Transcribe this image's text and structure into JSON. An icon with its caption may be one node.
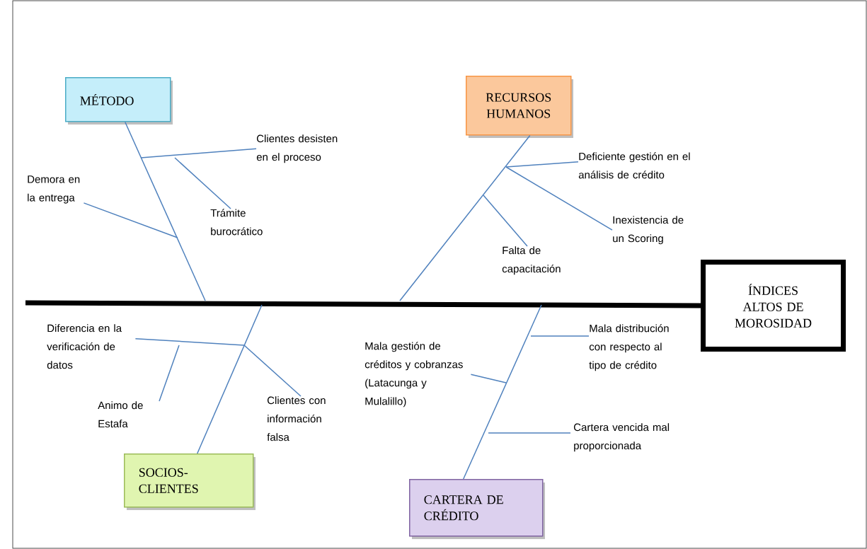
{
  "diagram": {
    "nodes": [
      {
        "text": [
          "MÉTODO"
        ]
      },
      {
        "text": [
          "RECURSOS HUMANOS"
        ]
      },
      {
        "text": [
          "SOCIOS-CLIENTES"
        ]
      },
      {
        "text": [
          "CARTERA DE CRÉDITO"
        ]
      },
      {
        "text": [
          "ÍNDICES ALTOS DE MOROSIDAD"
        ]
      },
      {
        "text": [
          "Clientes desisten en el proceso"
        ]
      },
      {
        "text": [
          "Demora en la entrega"
        ]
      },
      {
        "text": [
          "Trámite burocrático"
        ]
      },
      {
        "text": [
          "Deficiente gestión en el análisis de crédito"
        ]
      },
      {
        "text": [
          "Inexistencia de un Scoring"
        ]
      },
      {
        "text": [
          "Falta de capacitación"
        ]
      },
      {
        "text": [
          "Diferencia en la verificación de datos"
        ]
      },
      {
        "text": [
          "Animo de Estafa"
        ]
      },
      {
        "text": [
          "Clientes con información falsa"
        ]
      },
      {
        "text": [
          "Mala gestión de créditos y cobranzas (Latacunga y Mulalillo)"
        ]
      },
      {
        "text": [
          "Mala distribución con respecto al tipo de crédito"
        ]
      },
      {
        "text": [
          "Cartera vencida mal proporcionada"
        ]
      }
    ],
    "edges": [
      {
        "from": null,
        "to": 4,
        "arrow": "none",
        "style": "thick",
        "color": "#000000"
      },
      {
        "from": 0,
        "to": null,
        "arrow": "none"
      },
      {
        "from": 1,
        "to": null,
        "arrow": "none"
      },
      {
        "from": 2,
        "to": null,
        "arrow": "none"
      },
      {
        "from": 3,
        "to": null,
        "arrow": "none"
      },
      {
        "from": 5,
        "to": null,
        "arrow": "none"
      },
      {
        "from": 7,
        "to": null,
        "arrow": "none"
      },
      {
        "from": 6,
        "to": null,
        "arrow": "none"
      },
      {
        "from": 8,
        "to": null,
        "arrow": "none"
      },
      {
        "from": 9,
        "to": null,
        "arrow": "none"
      },
      {
        "from": 10,
        "to": null,
        "arrow": "none"
      },
      {
        "from": 11,
        "to": null,
        "arrow": "none"
      },
      {
        "from": 12,
        "to": null,
        "arrow": "none"
      },
      {
        "from": 13,
        "to": null,
        "arrow": "none"
      },
      {
        "from": 14,
        "to": null,
        "arrow": "none"
      },
      {
        "from": 15,
        "to": null,
        "arrow": "none"
      },
      {
        "from": 16,
        "to": null,
        "arrow": "none"
      }
    ]
  }
}
